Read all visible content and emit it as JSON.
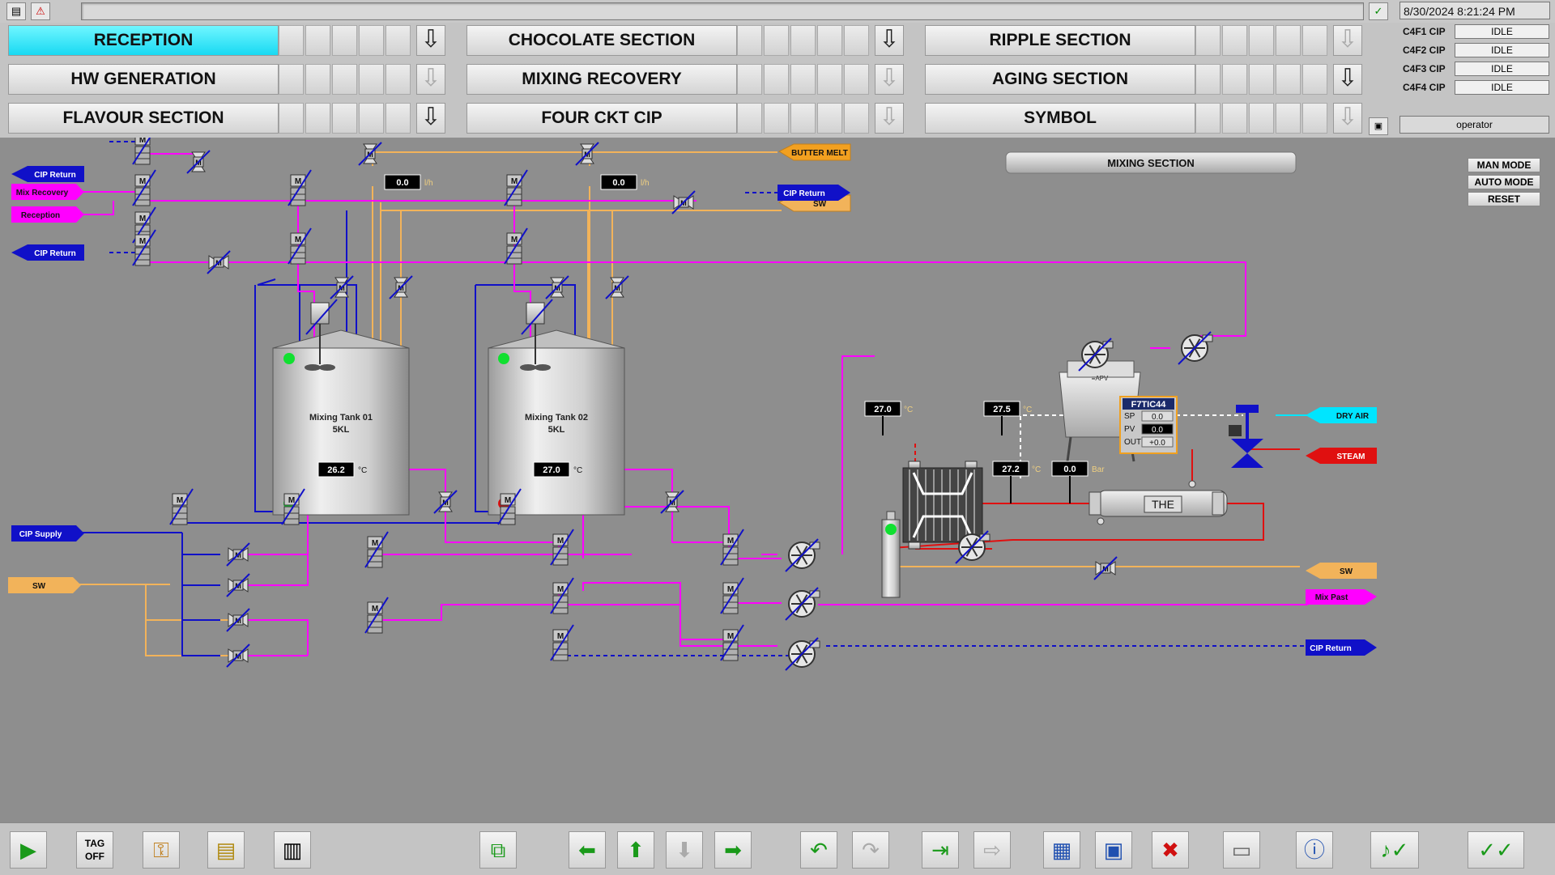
{
  "datetime": "8/30/2024 8:21:24 PM",
  "operator": "operator",
  "nav": {
    "reception": "RECEPTION",
    "hw_generation": "HW GENERATION",
    "flavour_section": "FLAVOUR SECTION",
    "chocolate_section": "CHOCOLATE SECTION",
    "mixing_recovery": "MIXING RECOVERY",
    "four_ckt_cip": "FOUR CKT CIP",
    "ripple_section": "RIPPLE SECTION",
    "aging_section": "AGING SECTION",
    "symbol": "SYMBOL"
  },
  "cip": [
    {
      "label": "C4F1 CIP",
      "status": "IDLE"
    },
    {
      "label": "C4F2 CIP",
      "status": "IDLE"
    },
    {
      "label": "C4F3 CIP",
      "status": "IDLE"
    },
    {
      "label": "C4F4 CIP",
      "status": "IDLE"
    }
  ],
  "modes": {
    "man": "MAN MODE",
    "auto": "AUTO MODE",
    "reset": "RESET"
  },
  "section_title": "MIXING SECTION",
  "lines": {
    "butter_melt": "BUTTER MELT",
    "sw": "SW",
    "cip_return": "CIP Return",
    "mix_recovery": "Mix Recovery",
    "reception": "Reception",
    "cip_supply": "CIP Supply",
    "dry_air": "DRY AIR",
    "steam": "STEAM",
    "mix_past": "Mix Past"
  },
  "flow": {
    "value1": "0.0",
    "value2": "0.0",
    "unit": "l/h"
  },
  "tanks": [
    {
      "name": "Mixing Tank 01",
      "size": "5KL",
      "temp": "26.2",
      "unit": "°C"
    },
    {
      "name": "Mixing Tank 02",
      "size": "5KL",
      "temp": "27.0",
      "unit": "°C"
    }
  ],
  "readings": {
    "t1": "27.0",
    "t2": "27.5",
    "t3": "27.2",
    "p1": "0.0",
    "celsius": "°C",
    "bar": "Bar"
  },
  "controller": {
    "tag": "F7TIC44",
    "sp_label": "SP",
    "sp": "0.0",
    "pv_label": "PV",
    "pv": "0.0",
    "out_label": "OUT",
    "out": "+0.0"
  },
  "the_label": "THE",
  "valve_letter": "M",
  "bottom": {
    "tag_off": "TAG OFF"
  },
  "colors": {
    "magenta": "#ff00ff",
    "blue": "#1010c8",
    "orange": "#f2b35a",
    "red": "#e01010",
    "cyan": "#00e5ff",
    "nav_active": "#18d9f2"
  }
}
